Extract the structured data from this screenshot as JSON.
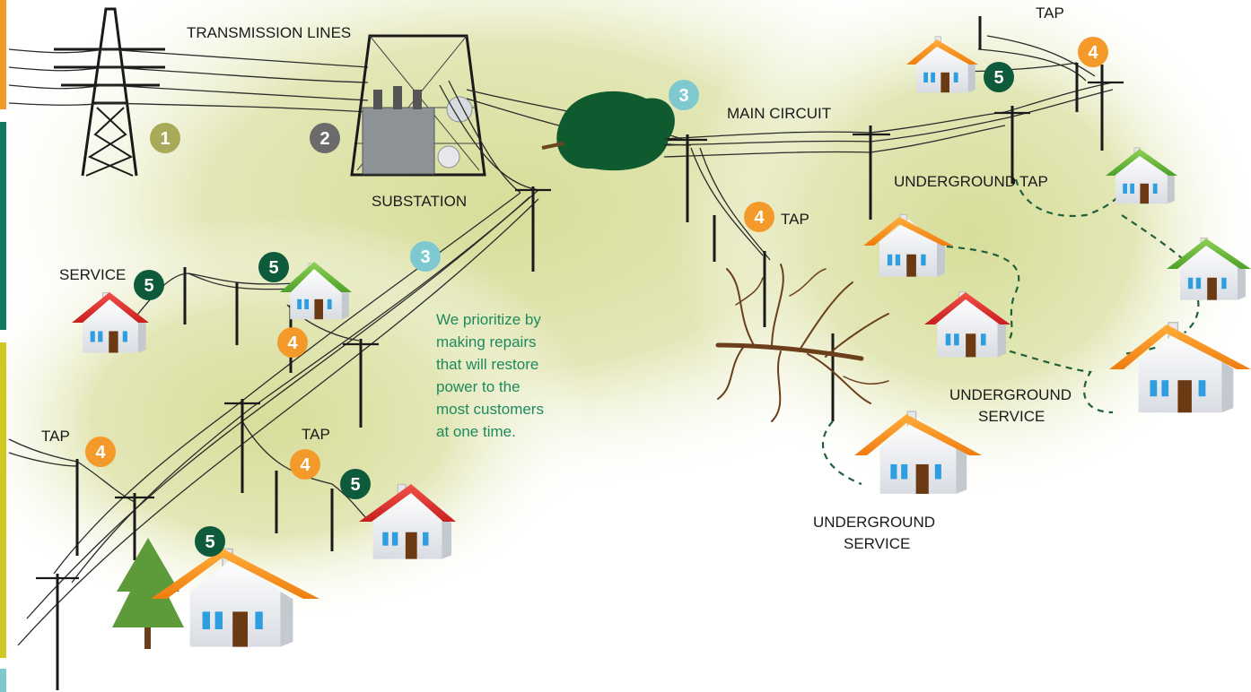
{
  "labels": {
    "transmission_lines": "TRANSMISSION LINES",
    "substation": "SUBSTATION",
    "main_circuit": "MAIN CIRCUIT",
    "service": "SERVICE",
    "tap_top": "TAP",
    "tap_mid": "TAP",
    "tap_left": "TAP",
    "tap_lower": "TAP",
    "underground": "UNDERGROUND",
    "underground_tap": "TAP",
    "ug_service_right_1": "UNDERGROUND",
    "ug_service_right_2": "SERVICE",
    "ug_service_bottom_1": "UNDERGROUND",
    "ug_service_bottom_2": "SERVICE"
  },
  "badges": {
    "b1": "1",
    "b2": "2",
    "b3a": "3",
    "b3b": "3",
    "b4a": "4",
    "b4b": "4",
    "b4c": "4",
    "b4d": "4",
    "b4e": "4",
    "b5a": "5",
    "b5b": "5",
    "b5c": "5",
    "b5d": "5",
    "b5e": "5"
  },
  "note_lines": [
    "We prioritize by",
    "making repairs",
    "that will restore",
    "power to the",
    "most customers",
    "at one time."
  ],
  "colors": {
    "step1": "#a8aa5a",
    "step2": "#6b6b6b",
    "step3": "#7ec9cf",
    "step4": "#f39a2a",
    "step5": "#0e5b3c",
    "glow": "#dfe4a8",
    "note_text": "#1d8a5e",
    "side_orange": "#f39a2a",
    "side_green": "#137a62",
    "side_yellow": "#cfc922",
    "side_teal": "#7ec9cf"
  }
}
